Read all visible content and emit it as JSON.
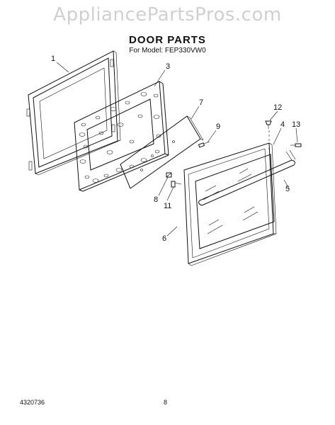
{
  "watermark": "AppliancePartsPros.com",
  "title": "DOOR PARTS",
  "subtitle": "For Model: FEP330VW0",
  "callouts": [
    "1",
    "3",
    "7",
    "9",
    "12",
    "4",
    "13",
    "5",
    "8",
    "11",
    "6"
  ],
  "footer": {
    "doc_number": "4320736",
    "page": "8"
  }
}
